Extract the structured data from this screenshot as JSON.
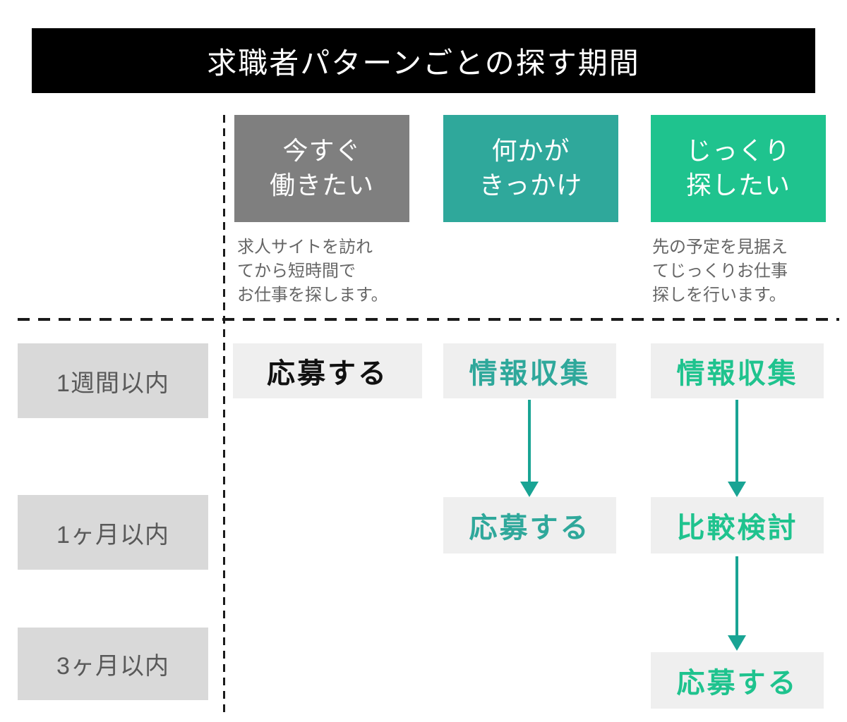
{
  "title": {
    "text": "求職者パターンごとの探す期間",
    "bg": "#000000",
    "color": "#ffffff"
  },
  "columns": [
    {
      "id": "work-now",
      "header": "今すぐ\n働きたい",
      "header_bg": "#7f7f7f",
      "header_color": "#ffffff",
      "description": "求人サイトを訪れ\nてから短時間で\nお仕事を探します。"
    },
    {
      "id": "something-trigger",
      "header": "何かが\nきっかけ",
      "header_bg": "#2fa89b",
      "header_color": "#ffffff",
      "description": ""
    },
    {
      "id": "search-slowly",
      "header": "じっくり\n探したい",
      "header_bg": "#1fc38e",
      "header_color": "#ffffff",
      "description": "先の予定を見据え\nてじっくりお仕事\n探しを行います。"
    }
  ],
  "rows": [
    {
      "label": "1週間以内"
    },
    {
      "label": "1ヶ月以内"
    },
    {
      "label": "3ヶ月以内"
    }
  ],
  "steps": {
    "r1c1": {
      "text": "応募する",
      "color": "#111111"
    },
    "r1c2": {
      "text": "情報収集",
      "color": "#2fa89b"
    },
    "r1c3": {
      "text": "情報収集",
      "color": "#1fc38e"
    },
    "r2c2": {
      "text": "応募する",
      "color": "#2fa89b"
    },
    "r2c3": {
      "text": "比較検討",
      "color": "#1fc38e"
    },
    "r3c3": {
      "text": "応募する",
      "color": "#1fc38e"
    }
  },
  "arrow_color": "#19a494",
  "colors": {
    "page_bg": "#ffffff",
    "row_label_bg": "#d9d9d9",
    "row_label_color": "#595959",
    "cell_bg": "#efefef",
    "description_color": "#666666",
    "dashed_line": "#1a1a1a"
  }
}
